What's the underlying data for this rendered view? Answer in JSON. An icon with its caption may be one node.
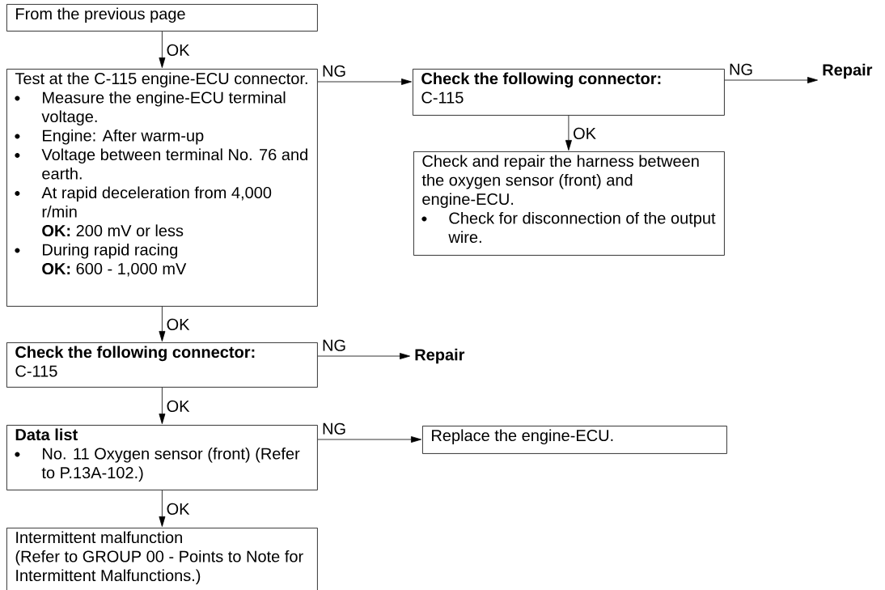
{
  "diagram": {
    "nodes": [
      {
        "text": [
          "From the previous page"
        ]
      },
      {
        "text": [
          "Test at the C-115 engine-ECU connector.",
          "Measure the engine-ECU terminal voltage.",
          "Engine: After warm-up",
          "Voltage between terminal No. 76 and earth.",
          "At rapid deceleration from 4,000 r/min",
          "**OK:** 200 mV or less",
          "During rapid racing",
          "**OK:** 600 - 1,000 mV"
        ]
      },
      {
        "text": [
          "Check the following connector:",
          "C-115"
        ]
      },
      {
        "text": [
          "Repair"
        ]
      },
      {
        "text": [
          "Check and repair the harness between the oxygen sensor (front) and engine-ECU.",
          "Check for disconnection of the output wire."
        ]
      },
      {
        "text": [
          "Check the following connector:",
          "C-115"
        ]
      },
      {
        "text": [
          "Repair"
        ]
      },
      {
        "text": [
          "Data list",
          "No. 11 Oxygen sensor (front) (Refer to P.13A-102.)"
        ]
      },
      {
        "text": [
          "Replace the engine-ECU."
        ]
      },
      {
        "text": [
          "Intermittent malfunction",
          "(Refer to GROUP 00 - Points to Note for Intermittent Malfunctions.)"
        ]
      }
    ],
    "edges": [
      {
        "from": 0,
        "to": 1,
        "arrow": "to",
        "label": "OK"
      },
      {
        "from": 1,
        "to": 2,
        "arrow": "to",
        "label": "NG"
      },
      {
        "from": 2,
        "to": 3,
        "arrow": "to",
        "label": "NG"
      },
      {
        "from": 2,
        "to": 4,
        "arrow": "to",
        "label": "OK"
      },
      {
        "from": 1,
        "to": 5,
        "arrow": "to",
        "label": "OK"
      },
      {
        "from": 5,
        "to": 6,
        "arrow": "to",
        "label": "NG"
      },
      {
        "from": 5,
        "to": 7,
        "arrow": "to",
        "label": "OK"
      },
      {
        "from": 7,
        "to": 8,
        "arrow": "to",
        "label": "NG"
      },
      {
        "from": 7,
        "to": 9,
        "arrow": "to",
        "label": "OK"
      }
    ]
  }
}
